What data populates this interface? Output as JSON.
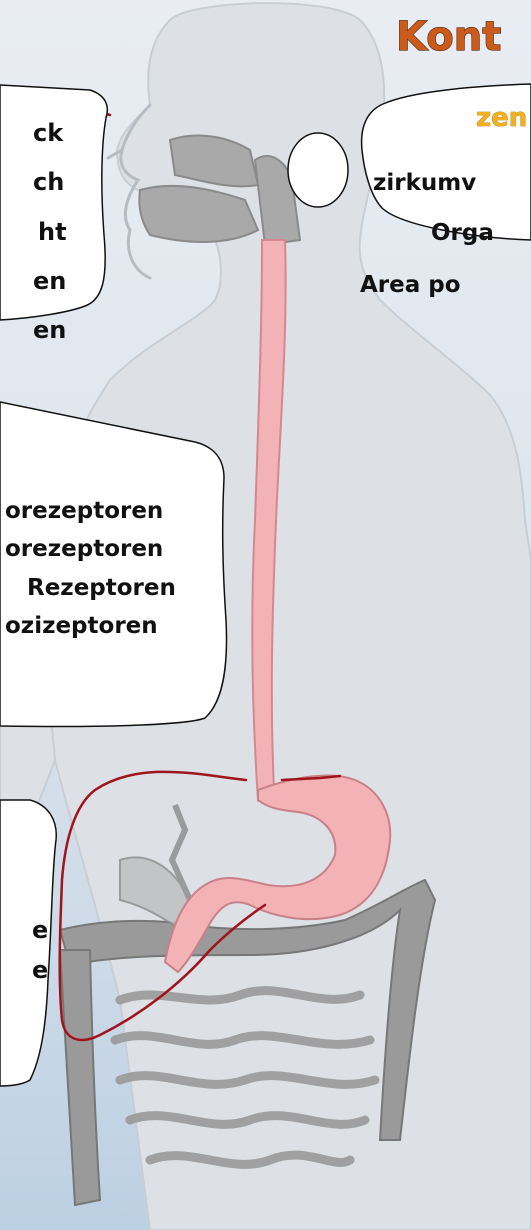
{
  "title": "Kont",
  "top_bubble": {
    "subtitle": "zen",
    "lines": [
      "zirkumv",
      "Orga"
    ]
  },
  "below_bubble_text": "Area po",
  "left_bubble_1": {
    "lines": [
      "ck",
      "ch",
      "ht",
      "en",
      "en"
    ]
  },
  "left_bubble_2": {
    "lines": [
      "orezeptoren",
      "orezeptoren",
      "Rezeptoren",
      "ozizeptoren"
    ]
  },
  "left_bubble_3": {
    "lines": [
      "e",
      "e"
    ]
  },
  "colors": {
    "title": "#cc5a1a",
    "subtitle": "#f2b020",
    "nerve_line": "#a0141e",
    "esophagus_stomach": "#f2b2b6",
    "organs_gray": "#9a9a9a",
    "silhouette": "#dde1e6"
  }
}
